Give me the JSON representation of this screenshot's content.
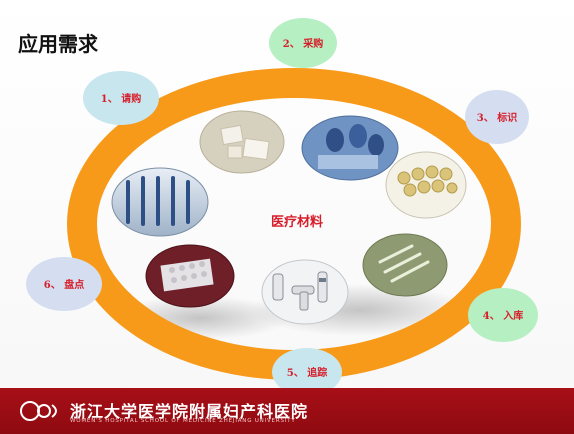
{
  "slide": {
    "title": "应用需求",
    "center": "医疗材料",
    "steps": [
      {
        "label": "1、 请购",
        "color": "#c7e6ee"
      },
      {
        "label": "2、 采购",
        "color": "#b6efc2"
      },
      {
        "label": "3、 标识",
        "color": "#d5def0"
      },
      {
        "label": "4、 入库",
        "color": "#b6efc2"
      },
      {
        "label": "5、 追踪",
        "color": "#c7e6ee"
      },
      {
        "label": "6、 盘点",
        "color": "#d5def0"
      }
    ],
    "ring_color": "#f79a1a",
    "photos": [
      {
        "name": "packaging-tray-photo"
      },
      {
        "name": "surgery-team-photo"
      },
      {
        "name": "mesh-implant-photo"
      },
      {
        "name": "ampoule-tray-photo"
      },
      {
        "name": "thermometer-photo"
      },
      {
        "name": "tube-rack-photo"
      },
      {
        "name": "syringes-photo"
      }
    ]
  },
  "footer": {
    "institution": "浙江大学医学院附属妇产科医院",
    "institution_en": "WOMEN'S HOSPITAL SCHOOL OF MEDICINE ZHEJIANG UNIVERSITY",
    "brand_color": "#a80f17"
  }
}
